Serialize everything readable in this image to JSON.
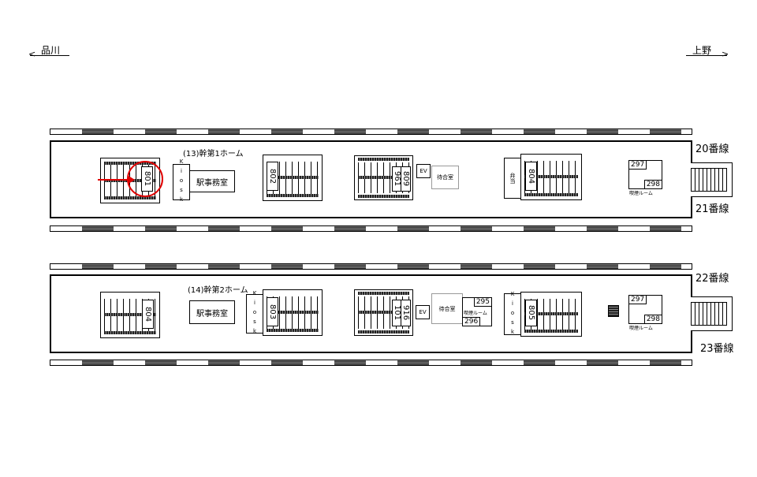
{
  "directions": {
    "left": "品川",
    "right": "上野"
  },
  "tracks": [
    "20番線",
    "21番線",
    "22番線",
    "23番線"
  ],
  "platform1": {
    "title": "(13)幹第1ホーム",
    "stairs": [
      "801",
      "802",
      "961",
      "809",
      "804"
    ],
    "kiosk": "Kiosk",
    "office": "駅事務室",
    "ev": "EV",
    "waiting": "待合室",
    "bento": "弁当",
    "smoking": {
      "a": "297",
      "b": "298",
      "label": "喫煙ルーム"
    }
  },
  "platform2": {
    "title": "(14)幹第2ホーム",
    "stairs": [
      "804",
      "803",
      "101",
      "916",
      "805"
    ],
    "kiosk1": "Kiosk",
    "kiosk2": "Kiosk",
    "office": "駅事務室",
    "ev": "EV",
    "waiting": "待合室",
    "smoking1": {
      "a": "295",
      "b": "296",
      "label": "喫煙ルーム"
    },
    "smoking2": {
      "a": "297",
      "b": "298",
      "label": "喫煙ルーム"
    }
  },
  "highlight": {
    "target": "801",
    "color": "#e00000"
  }
}
